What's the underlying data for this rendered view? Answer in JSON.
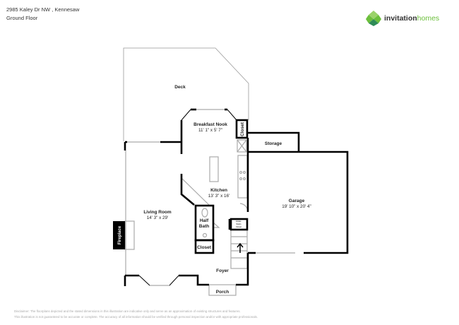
{
  "header": {
    "address": "2985 Kaley Dr NW , Kennesaw",
    "floor": "Ground Floor"
  },
  "logo": {
    "brand_part1": "invitation",
    "brand_part2": "homes",
    "colors": [
      "#6cbf3c",
      "#2e8b57",
      "#9bd36a"
    ]
  },
  "rooms": {
    "deck": {
      "name": "Deck"
    },
    "breakfast_nook": {
      "name": "Breakfast Nook",
      "dims": "11' 1\" x 5' 7\""
    },
    "closet_nook": {
      "name": "Closet"
    },
    "storage": {
      "name": "Storage"
    },
    "kitchen": {
      "name": "Kitchen",
      "dims": "13' 3\" x 16'"
    },
    "garage": {
      "name": "Garage",
      "dims": "19' 10\" x 20' 4\""
    },
    "living_room": {
      "name": "Living Room",
      "dims": "14' 3\" x 29'"
    },
    "fireplace": {
      "name": "Fireplace"
    },
    "half_bath": {
      "name_line1": "Half",
      "name_line2": "Bath"
    },
    "closet_hall": {
      "name": "Closet"
    },
    "under_stairs": {
      "line1": "Under-",
      "line2": "Stairs",
      "line3": "Closet"
    },
    "foyer": {
      "name": "Foyer"
    },
    "porch": {
      "name": "Porch"
    }
  },
  "disclaimer": {
    "line1": "Disclaimer: The floorplans depicted and the stated dimensions in this illustration are indicative only and serve as an approximation of existing structures and features.",
    "line2": "This illustration is not guaranteed to be accurate or complete. The accuracy of all information should be verified through personal inspection and/or with appropriate professionals."
  }
}
